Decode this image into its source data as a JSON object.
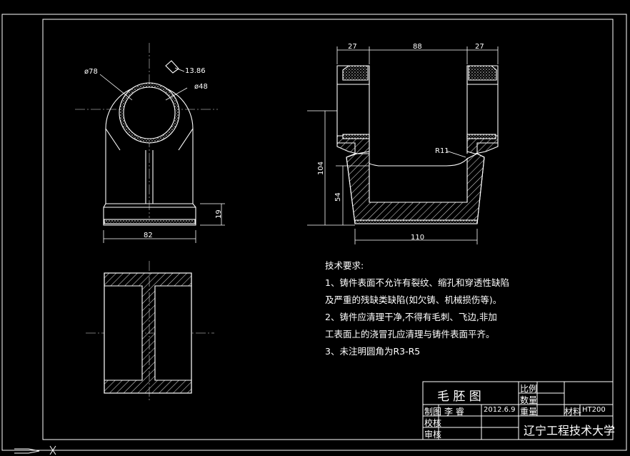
{
  "dimensions": {
    "top_outer_dia": "ø78",
    "wall": "13.86",
    "inner_dia": "ø48",
    "base_height": "19",
    "base_width": "82",
    "side_left": "27",
    "side_mid": "88",
    "side_right": "27",
    "total_height": "104",
    "lower_height": "54",
    "fillet": "R11",
    "section_width": "110"
  },
  "notes": {
    "heading": "技术要求:",
    "line1": "1、铸件表面不允许有裂纹、缩孔和穿透性缺陷",
    "line2": "及严重的残缺类缺陷(如欠铸、机械损伤等)。",
    "line3": "2、铸件应清理干净,不得有毛刺、飞边,非加",
    "line4": "工表面上的浇冒孔应清理与铸件表面平齐。",
    "line5": "3、未注明圆角为R3-R5"
  },
  "title_block": {
    "drawing_name": "毛  胚  图",
    "scale_label": "比例",
    "qty_label": "数量",
    "weight_label": "重量",
    "material_label": "材料",
    "material_value": "HT200",
    "drawn_label": "制图",
    "drawn_name": "李  睿",
    "drawn_date": "2012.6.9",
    "check_label": "校核",
    "approve_label": "审核",
    "school": "辽宁工程技术大学"
  },
  "colors": {
    "line": "#ffffff",
    "center": "#9a9a9a",
    "hatch": "#d8d8d8"
  }
}
